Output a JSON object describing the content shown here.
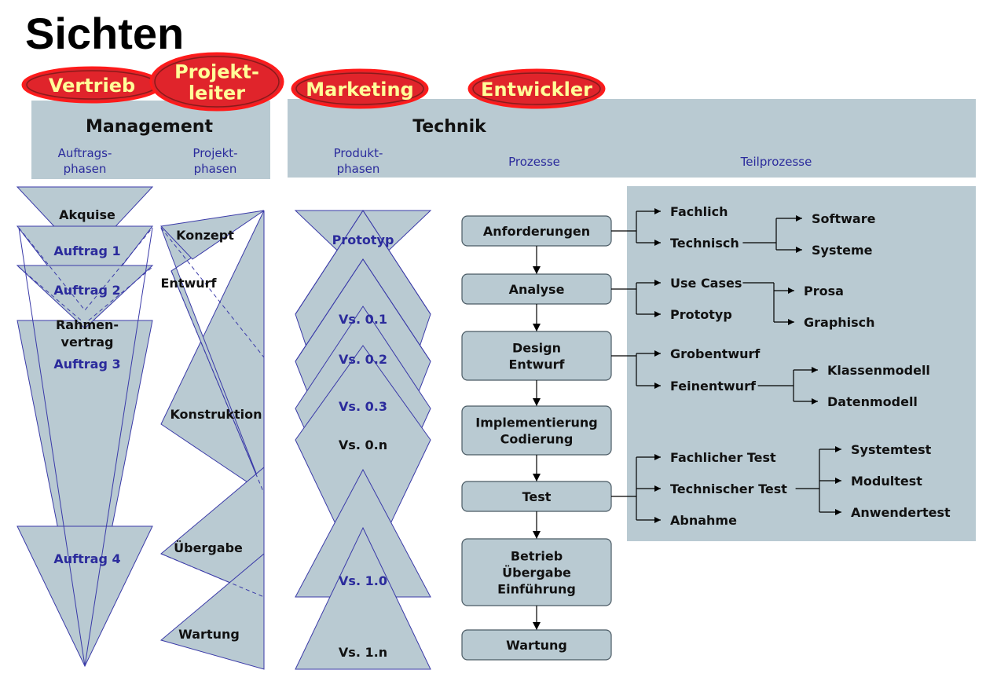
{
  "title": "Sichten",
  "roles": [
    "Vertrieb",
    "Projekt-\nleiter",
    "Marketing",
    "Entwickler"
  ],
  "management": {
    "header": "Management",
    "subheaders": [
      "Auftrags-\nphasen",
      "Projekt-\nphasen"
    ]
  },
  "technik": {
    "header": "Technik",
    "subheaders": [
      "Produkt-\nphasen",
      "Prozesse",
      "Teilprozesse"
    ]
  },
  "auftragsphasen": [
    "Akquise",
    "Auftrag 1",
    "Auftrag 2",
    "Rahmen-\nvertrag",
    "Auftrag 3",
    "Auftrag 4"
  ],
  "projektphasen": [
    "Konzept",
    "Entwurf",
    "Konstruktion",
    "Übergabe",
    "Wartung"
  ],
  "produktphasen": [
    "Prototyp",
    "Vs. 0.1",
    "Vs. 0.2",
    "Vs. 0.3",
    "Vs. 0.n",
    "Vs. 1.0",
    "Vs. 1.n"
  ],
  "prozesse": [
    "Anforderungen",
    "Analyse",
    "Design\nEntwurf",
    "Implementierung\nCodierung",
    "Test",
    "Betrieb\nÜbergabe\nEinführung",
    "Wartung"
  ],
  "teilprozesse": [
    {
      "process": "Anforderungen",
      "children": [
        {
          "label": "Fachlich",
          "children": []
        },
        {
          "label": "Technisch",
          "children": [
            "Software",
            "Systeme"
          ]
        }
      ]
    },
    {
      "process": "Analyse",
      "children": [
        {
          "label": "Use Cases",
          "children": [
            "Prosa",
            "Graphisch"
          ]
        },
        {
          "label": "Prototyp",
          "children": []
        }
      ]
    },
    {
      "process": "Design\nEntwurf",
      "children": [
        {
          "label": "Grobentwurf",
          "children": []
        },
        {
          "label": "Feinentwurf",
          "children": [
            "Klassenmodell",
            "Datenmodell"
          ]
        }
      ]
    },
    {
      "process": "Test",
      "children": [
        {
          "label": "Fachlicher Test",
          "children": []
        },
        {
          "label": "Technischer Test",
          "children": [
            "Systemtest",
            "Modultest",
            "Anwendertest"
          ]
        },
        {
          "label": "Abnahme",
          "children": []
        }
      ]
    }
  ],
  "colors": {
    "panel": "#b9cad2",
    "outline": "#3a3aa8",
    "role_fill": "#e0242b",
    "role_text": "#ffff99",
    "blue_text": "#2b2b9c"
  }
}
